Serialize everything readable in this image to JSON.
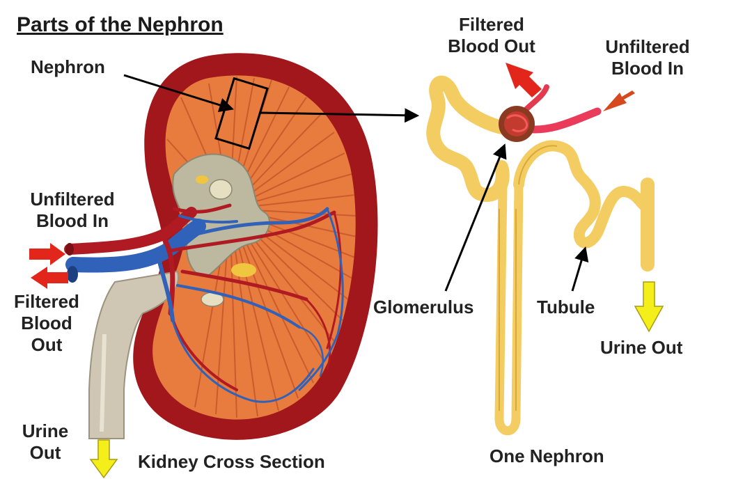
{
  "title": "Parts of the Nephron",
  "labels": {
    "nephron": "Nephron",
    "kidney_unfiltered_in": [
      "Unfiltered",
      "Blood In"
    ],
    "kidney_filtered_out": [
      "Filtered",
      "Blood",
      "Out"
    ],
    "kidney_urine_out": [
      "Urine",
      "Out"
    ],
    "kidney_caption": "Kidney Cross Section",
    "nephron_filtered_out": [
      "Filtered",
      "Blood Out"
    ],
    "nephron_unfiltered_in": [
      "Unfiltered",
      "Blood In"
    ],
    "glomerulus": "Glomerulus",
    "tubule": "Tubule",
    "nephron_urine_out": "Urine Out",
    "nephron_caption": "One Nephron"
  },
  "colors": {
    "kidney_capsule": "#a2171b",
    "kidney_cortex": "#e87b3e",
    "artery": "#b01a22",
    "vein": "#2f62b8",
    "ureter": "#cfc6b3",
    "tubule": "#f3cd62",
    "glomerulus": "#8b3a22",
    "red_arrow": "#e2261b",
    "yellow_arrow": "#f4ee1a"
  }
}
